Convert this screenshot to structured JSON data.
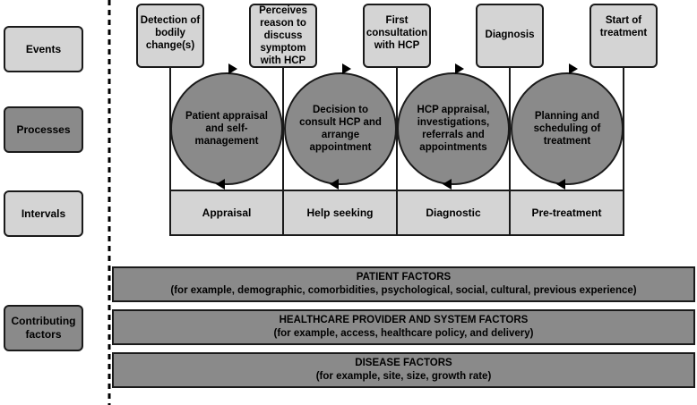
{
  "rows": {
    "events": "Events",
    "processes": "Processes",
    "intervals": "Intervals",
    "contributing": "Contributing factors"
  },
  "events": [
    "Detection of bodily change(s)",
    "Perceives reason to discuss symptom with HCP",
    "First consultation with HCP",
    "Diagnosis",
    "Start of treatment"
  ],
  "processes": [
    "Patient appraisal and self-management",
    "Decision to consult HCP and arrange appointment",
    "HCP appraisal, investigations, referrals and appointments",
    "Planning and scheduling of treatment"
  ],
  "intervals": [
    "Appraisal",
    "Help seeking",
    "Diagnostic",
    "Pre-treatment"
  ],
  "factors": [
    {
      "title": "PATIENT FACTORS",
      "detail": "(for example, demographic, comorbidities, psychological, social, cultural, previous experience)"
    },
    {
      "title": "HEALTHCARE PROVIDER AND SYSTEM FACTORS",
      "detail": "(for example, access, healthcare policy, and delivery)"
    },
    {
      "title": "DISEASE FACTORS",
      "detail": "(for example, site, size, growth rate)"
    }
  ],
  "colors": {
    "light_fill": "#d4d4d4",
    "dark_fill": "#8a8a8a",
    "stroke": "#1a1a1a"
  }
}
